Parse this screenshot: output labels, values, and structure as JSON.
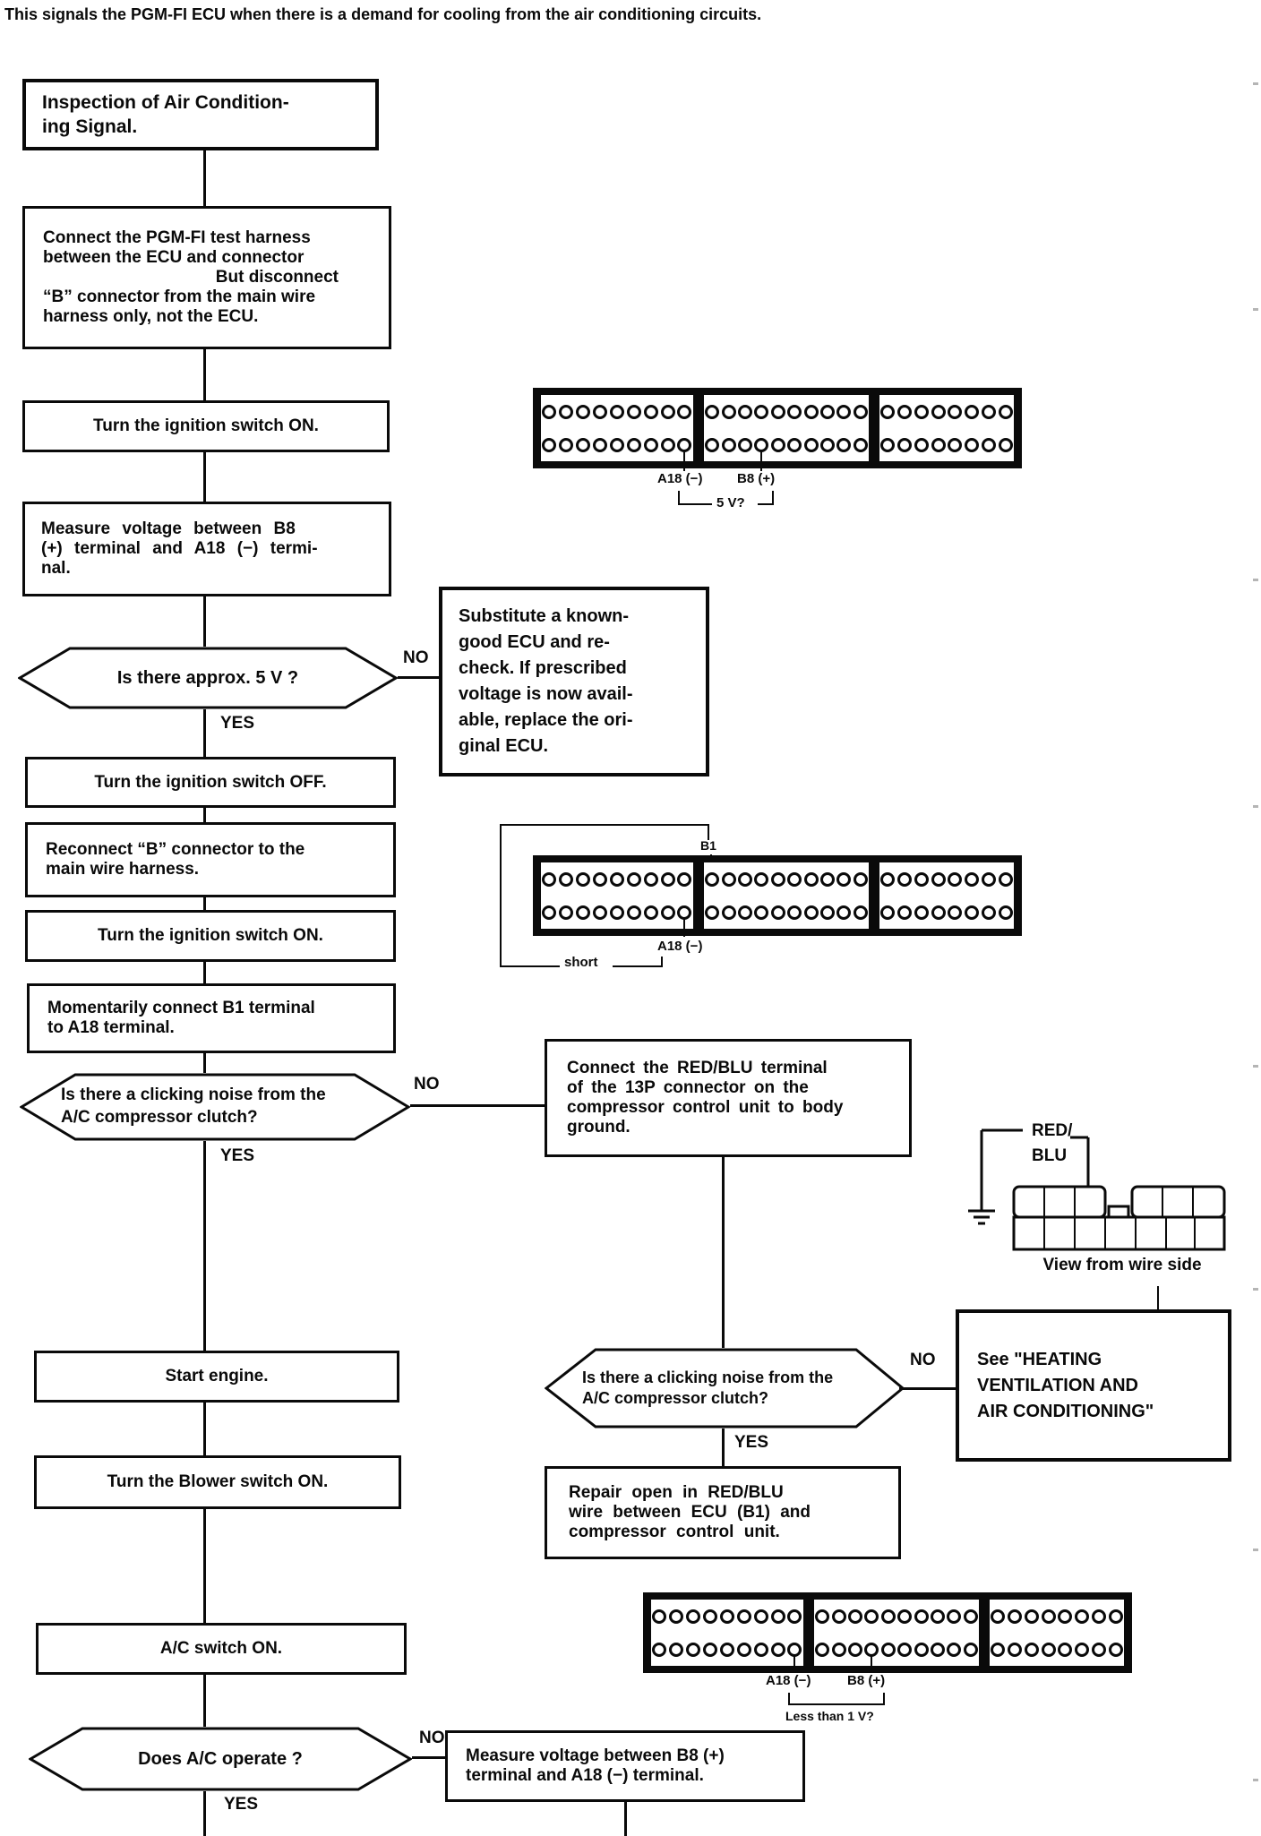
{
  "intro": "This signals the PGM-FI ECU when there is a demand for cooling from the air conditioning circuits.",
  "labels": {
    "yes": "YES",
    "no": "NO"
  },
  "nodes": {
    "title": "Inspection of Air Condition-\ning Signal.",
    "connect_harness_lines": [
      "Connect the PGM-FI test harness",
      "between the ECU and connector",
      "But disconnect",
      "“B” connector from the main wire",
      "harness only, not the ECU."
    ],
    "ignition_on_1": "Turn the ignition switch ON.",
    "measure_voltage_1": "Measure voltage between B8\n(+) terminal and A18 (−) termi-\nnal.",
    "approx_5v_q": "Is there approx. 5 V ?",
    "substitute_ecu": "Substitute a known-\ngood ECU and re-\ncheck. If prescribed\nvoltage is now avail-\nable, replace the ori-\nginal ECU.",
    "ignition_off": "Turn the ignition switch OFF.",
    "reconnect_b": "Reconnect “B” connector to the\nmain wire harness.",
    "ignition_on_2": "Turn the ignition switch ON.",
    "momentarily_connect": "Momentarily connect B1 terminal\nto A18 terminal.",
    "clicking_q1": "Is there a clicking noise from the\nA/C compressor clutch?",
    "connect_redblu": "Connect the RED/BLU terminal\nof the 13P connector on the\ncompressor control unit to body\nground.",
    "start_engine": "Start engine.",
    "blower_on": "Turn the Blower switch ON.",
    "clicking_q2": "Is there a clicking noise from the\nA/C compressor clutch?",
    "see_heating": "See \"HEATING\nVENTILATION AND\nAIR CONDITIONING\"",
    "repair_open": "Repair open in RED/BLU\nwire between ECU (B1) and\ncompressor control unit.",
    "ac_switch_on": "A/C switch ON.",
    "ac_operate_q": "Does A/C operate ?",
    "measure_voltage_2": "Measure voltage between B8 (+)\nterminal and A18 (−) terminal."
  },
  "connectors": {
    "pin_columns": [
      9,
      10,
      8
    ],
    "c1": {
      "a18": "A18 (−)",
      "b8": "B8 (+)",
      "check": "5 V?"
    },
    "c2": {
      "b1": "B1",
      "a18": "A18 (−)",
      "short_label": "short"
    },
    "c3": {
      "a18": "A18 (−)",
      "b8": "B8 (+)",
      "check": "Less than 1 V?"
    }
  },
  "illustration": {
    "wire_line1": "RED/",
    "wire_line2": "BLU",
    "caption": "View from wire side"
  }
}
